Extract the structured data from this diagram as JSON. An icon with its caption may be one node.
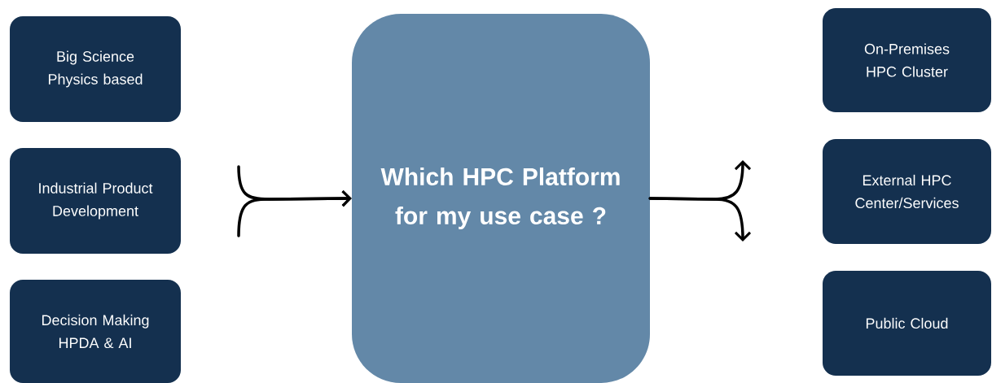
{
  "diagram": {
    "nodes": [
      {
        "text": [
          "Big Science Physics based"
        ]
      },
      {
        "text": [
          "Industrial Product Development"
        ]
      },
      {
        "text": [
          "Decision Making HPDA & AI"
        ]
      },
      {
        "text": [
          "Which HPC Platform for my use case ?"
        ]
      },
      {
        "text": [
          "On-Premises HPC Cluster"
        ]
      },
      {
        "text": [
          "External HPC Center/Services"
        ]
      },
      {
        "text": [
          "Public Cloud"
        ]
      }
    ],
    "edges": [
      {
        "from": null,
        "to": 3,
        "arrow": "to"
      },
      {
        "from": null,
        "to": 3,
        "arrow": "to"
      },
      {
        "from": 3,
        "to": null,
        "arrow": "to"
      },
      {
        "from": 3,
        "to": null,
        "arrow": "to"
      }
    ]
  }
}
